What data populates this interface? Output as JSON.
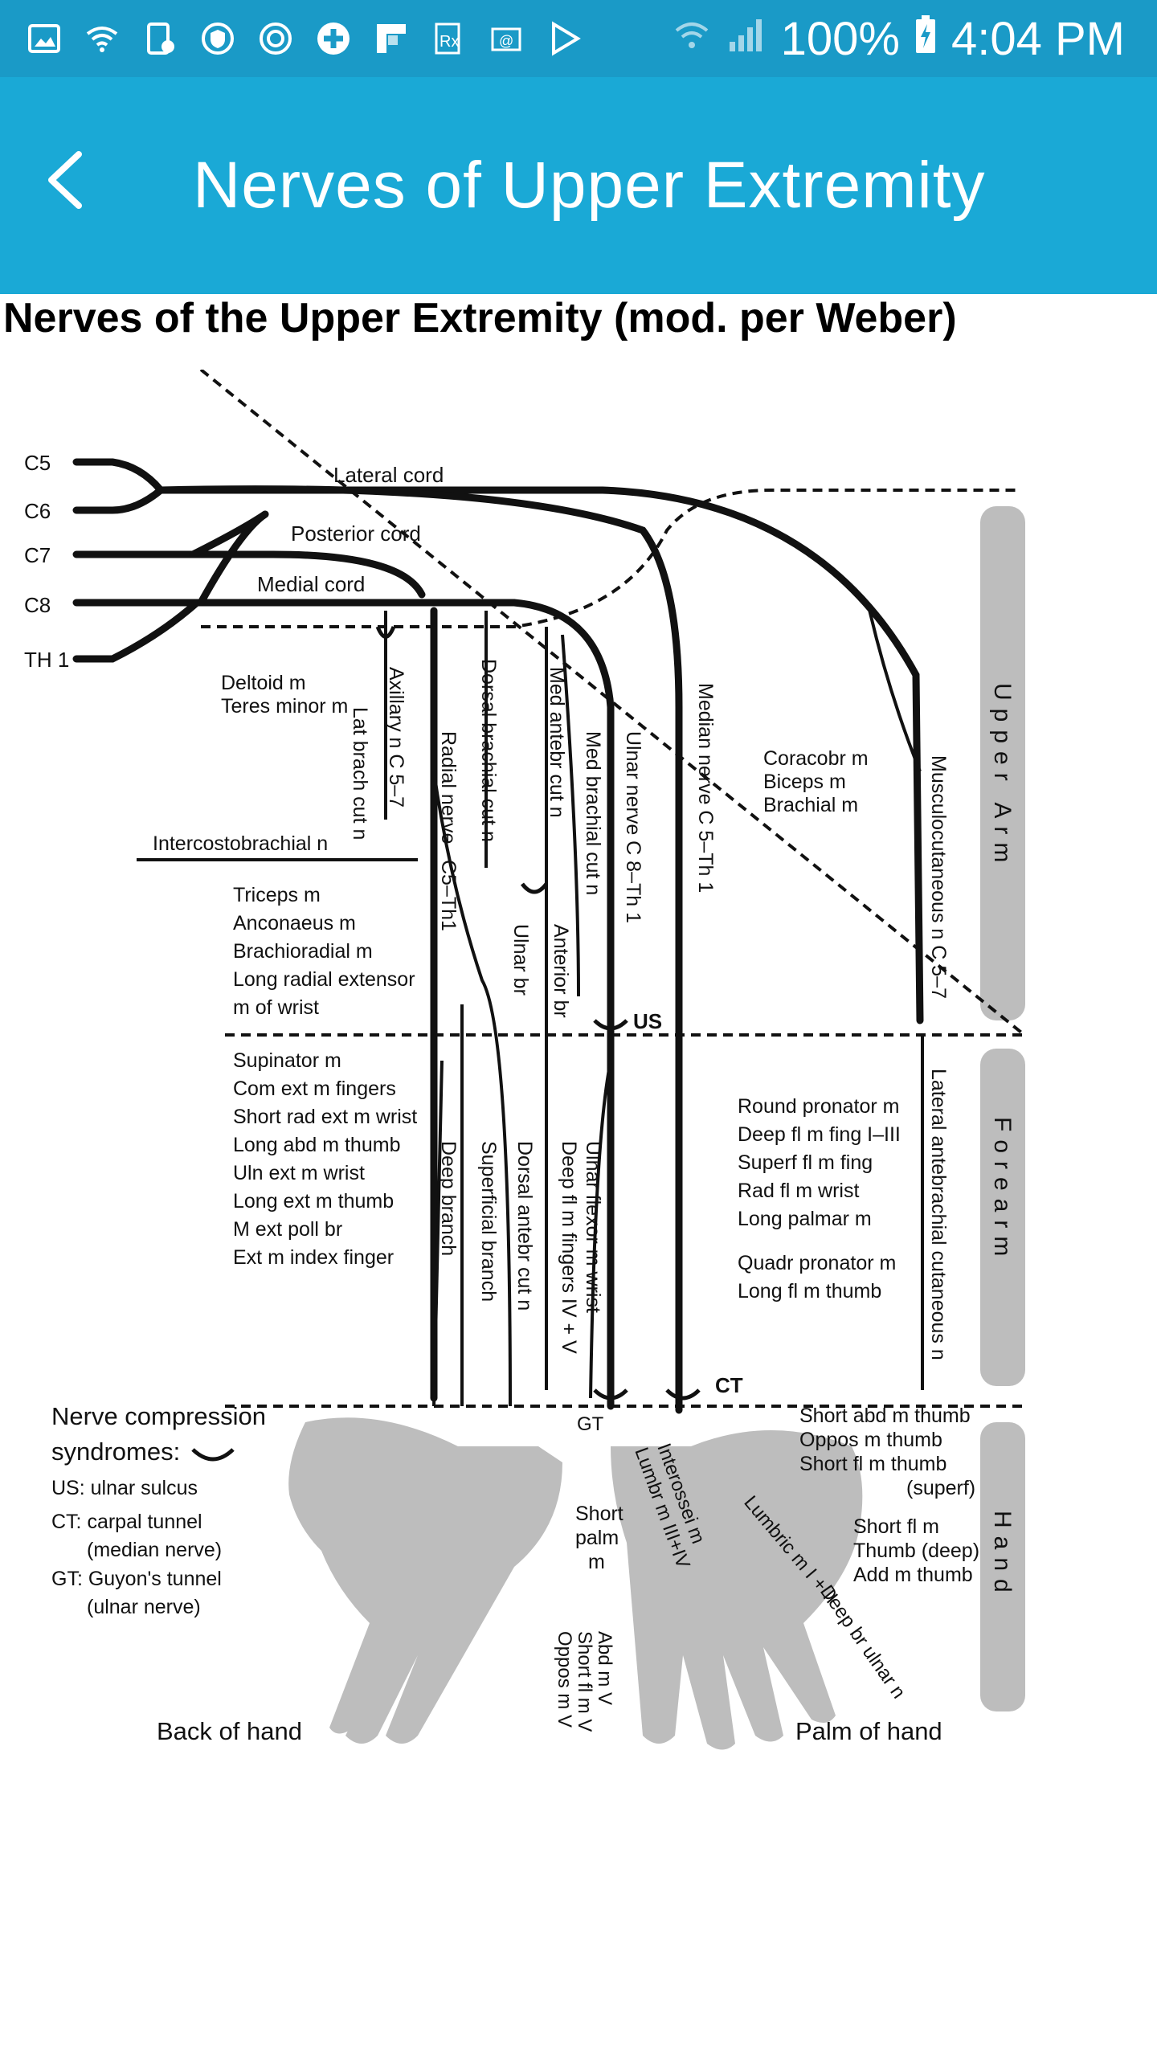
{
  "status_bar": {
    "battery": "100%",
    "time": "4:04 PM",
    "icons": [
      "image-icon",
      "wifi-signal-icon",
      "phone-settings-icon",
      "shield-icon",
      "sync-icon",
      "plus-icon",
      "flipboard-icon",
      "rx-icon",
      "email-icon",
      "play-store-icon"
    ]
  },
  "app_bar": {
    "back_icon": "back-arrow-icon",
    "title": "Nerves of Upper Extremity"
  },
  "content": {
    "heading": "Nerves of the Upper Extremity (mod. per Weber)"
  },
  "diagram": {
    "roots": [
      "C5",
      "C6",
      "C7",
      "C8",
      "TH 1"
    ],
    "cords": {
      "lateral": "Lateral cord",
      "posterior": "Posterior cord",
      "medial": "Medial cord"
    },
    "zones": [
      "Upper Arm",
      "Forearm",
      "Hand"
    ],
    "nerves": {
      "axillary": "Axillary n  C 5–7",
      "lat_brach_cut": "Lat brach cut n",
      "radial": "Radial nerve",
      "radial_roots": "C5–Th1",
      "dorsal_brachial_cut": "Dorsal brachial cut n",
      "med_antebr_cut": "Med antebr cut n",
      "med_brachial_cut": "Med brachial cut n",
      "ulnar": "Ulnar nerve  C 8–Th 1",
      "median": "Median nerve  C 5–Th 1",
      "musculocutaneous": "Musculocutaneous n  C 5–7",
      "ulnar_br": "Ulnar br",
      "anterior_br": "Anterior br",
      "deep_branch": "Deep branch",
      "superficial_branch": "Superficial branch",
      "dorsal_antebr_cut": "Dorsal antebr cut n",
      "deep_fl_fingers": "Deep fl m fingers IV + V",
      "ulnar_flexor": "Ulnar flexor m wrist",
      "lat_antebrachial_cut": "Lateral antebrachial cutaneous n",
      "intercostobrachial": "Intercostobrachial n"
    },
    "muscles": {
      "deltoid": "Deltoid m",
      "teres_minor": "Teres minor m",
      "triceps_group": [
        "Triceps m",
        "Anconaeus m",
        "Brachioradial m",
        "Long radial extensor",
        "m of wrist"
      ],
      "forearm_extensors": [
        "Supinator m",
        "Com ext m fingers",
        "Short rad ext m wrist",
        "Long abd m thumb",
        "Uln ext m wrist",
        "Long ext m thumb",
        "M ext poll br",
        "Ext m index finger"
      ],
      "coraco_group": [
        "Coracobr m",
        "Biceps m",
        "Brachial m"
      ],
      "forearm_flexors": [
        "Round pronator m",
        "Deep fl m fing I–III",
        "Superf fl m fing",
        "Rad fl m wrist",
        "Long palmar m"
      ],
      "forearm_deep": [
        "Quadr pronator m",
        "Long fl m thumb"
      ],
      "thenar": [
        "Short abd m thumb",
        "Oppos m thumb",
        "Short fl m thumb",
        "(superf)"
      ],
      "deep_thenar": [
        "Short fl m",
        "Thumb (deep)",
        "Add m thumb"
      ],
      "hand_ulnar": [
        "Short",
        "palm",
        "m"
      ],
      "hypothenar": [
        "Abd m V",
        "Short fl m V",
        "Oppos m V"
      ],
      "interossei": "Interossei m",
      "lumbr_3_4": "Lumbr m III+IV",
      "lumbric_1_2": "Lumbric m I + II",
      "deep_br_ulnar": "Deep br ulnar n"
    },
    "compression": {
      "title_1": "Nerve compression",
      "title_2": "syndromes:",
      "us": "US: ulnar sulcus",
      "ct_1": "CT: carpal tunnel",
      "ct_2": "(median nerve)",
      "gt_1": "GT: Guyon's tunnel",
      "gt_2": "(ulnar nerve)",
      "us_mark": "US",
      "ct_mark": "CT",
      "gt_mark": "GT"
    },
    "hands": {
      "back": "Back of hand",
      "palm": "Palm of hand"
    }
  }
}
